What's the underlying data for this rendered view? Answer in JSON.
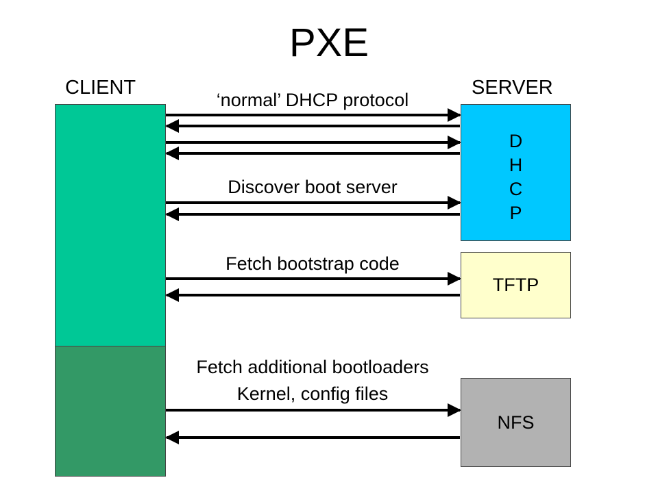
{
  "title": "PXE",
  "client": {
    "label": "CLIENT",
    "top_color": "#00C896",
    "bottom_color": "#339966"
  },
  "server": {
    "label": "SERVER",
    "boxes": [
      {
        "id": "dhcp",
        "text": "D\nH\nC\nP",
        "color": "#00C8FF"
      },
      {
        "id": "tftp",
        "text": "TFTP",
        "color": "#FFFFCC"
      },
      {
        "id": "nfs",
        "text": "NFS",
        "color": "#B2B2B2"
      }
    ]
  },
  "exchanges": [
    {
      "label": "‘normal’ DHCP protocol"
    },
    {
      "label": "Discover boot server"
    },
    {
      "label": "Fetch bootstrap code"
    },
    {
      "label_lines": [
        "Fetch additional bootloaders",
        "Kernel, config files"
      ]
    }
  ]
}
